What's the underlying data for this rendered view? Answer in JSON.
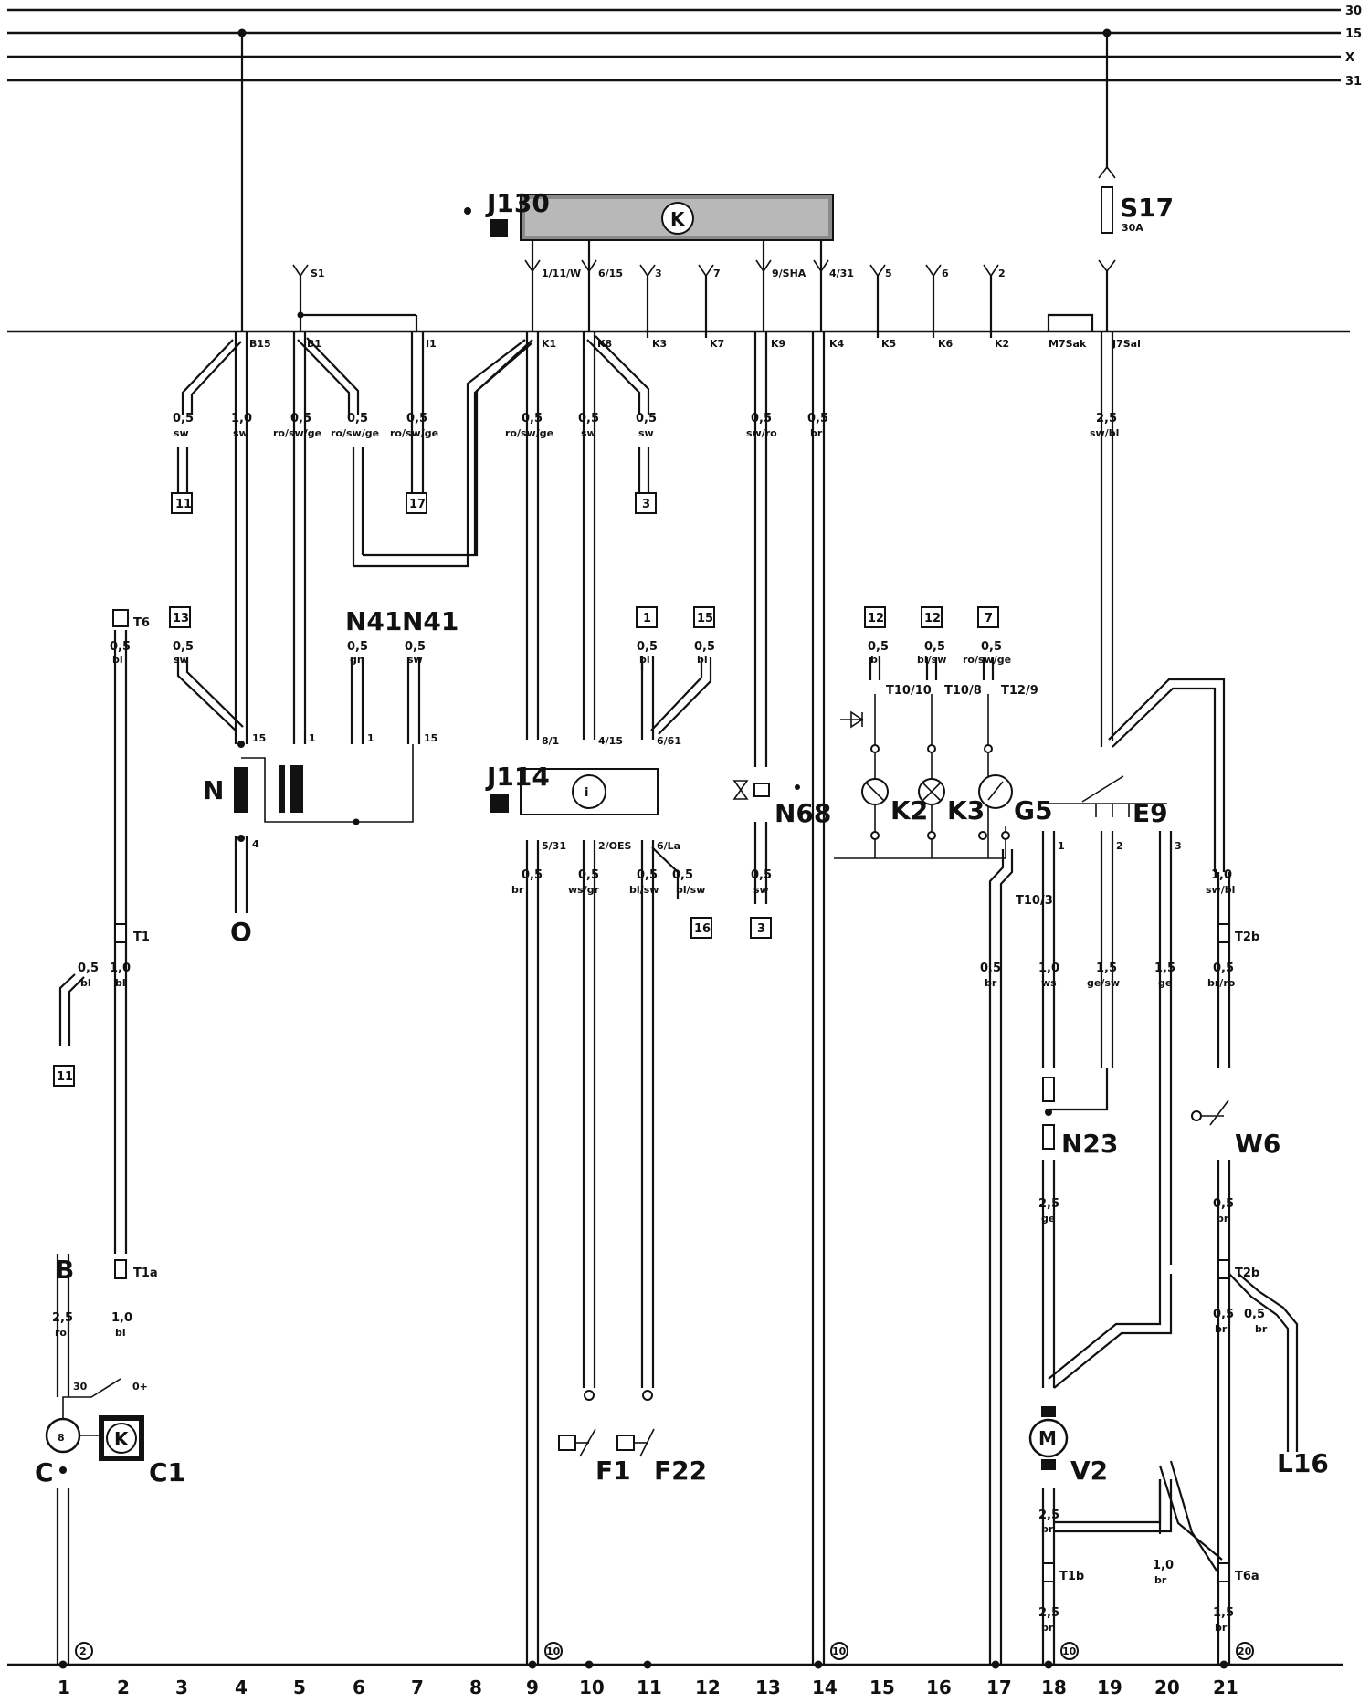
{
  "rails": [
    "30",
    "15",
    "X",
    "31"
  ],
  "columns": [
    "1",
    "2",
    "3",
    "4",
    "5",
    "6",
    "7",
    "8",
    "9",
    "10",
    "11",
    "12",
    "13",
    "14",
    "15",
    "16",
    "17",
    "18",
    "19",
    "20",
    "21"
  ],
  "central_terminals": [
    "B15",
    "B1",
    "I1",
    "K1",
    "K8",
    "K3",
    "K7",
    "K9",
    "K4",
    "K5",
    "K6",
    "K2",
    "M7Sak",
    "J7Sal"
  ],
  "upper_pins": [
    "S1",
    "1/11/W",
    "6/15",
    "3",
    "7",
    "9/SHA",
    "4/31",
    "5",
    "6",
    "2"
  ],
  "components": {
    "J130": "J130",
    "J114": "J114",
    "S17": "S17",
    "S17_rating": "30A",
    "N": "N",
    "O": "O",
    "N41a": "N41",
    "N41b": "N41",
    "N68": "N68",
    "K2": "K2",
    "K3": "K3",
    "G5": "G5",
    "E9": "E9",
    "N23": "N23",
    "W6": "W6",
    "L16": "L16",
    "V2": "V2",
    "B": "B",
    "C": "C",
    "C1": "C1",
    "F1": "F1",
    "F22": "F22"
  },
  "connectors": {
    "T6": "T6",
    "T1": "T1",
    "T1a": "T1a",
    "T10_10": "T10/10",
    "T10_8": "T10/8",
    "T12_9": "T12/9",
    "T10_3": "T10/3",
    "T2b_1": "T2b",
    "T2b_2": "T2b",
    "T1b": "T1b",
    "T6a": "T6a"
  },
  "pin_labels": {
    "p15a": "15",
    "p1a": "1",
    "p1b": "1",
    "p15b": "15",
    "p4": "4",
    "p8_1": "8/1",
    "p4_15": "4/15",
    "p6_61": "6/61",
    "p5_31": "5/31",
    "p2_OES": "2/OES",
    "p6_La": "6/La",
    "e9_1": "1",
    "e9_2": "2",
    "e9_3": "3",
    "c30": "30",
    "c0": "0+"
  },
  "wires": [
    {
      "size": "0,5",
      "color": "sw"
    },
    {
      "size": "1,0",
      "color": "sw"
    },
    {
      "size": "0,5",
      "color": "ro/sw/ge"
    },
    {
      "size": "0,5",
      "color": "ro/sw/ge"
    },
    {
      "size": "0,5",
      "color": "ro/sw/ge"
    },
    {
      "size": "0,5",
      "color": "ro/sw/ge"
    },
    {
      "size": "0,5",
      "color": "sw"
    },
    {
      "size": "0,5",
      "color": "sw"
    },
    {
      "size": "0,5",
      "color": "sw/ro"
    },
    {
      "size": "0,5",
      "color": "br"
    },
    {
      "size": "2,5",
      "color": "sw/bl"
    },
    {
      "size": "0,5",
      "color": "bl"
    },
    {
      "size": "0,5",
      "color": "sw"
    },
    {
      "size": "0,5",
      "color": "gn"
    },
    {
      "size": "0,5",
      "color": "sw"
    },
    {
      "size": "0,5",
      "color": "bl"
    },
    {
      "size": "0,5",
      "color": "bl"
    },
    {
      "size": "0,5",
      "color": "bl"
    },
    {
      "size": "0,5",
      "color": "bl/sw"
    },
    {
      "size": "0,5",
      "color": "ro/sw/ge"
    },
    {
      "size": "0,5",
      "color": "br"
    },
    {
      "size": "0,5",
      "color": "ws/gr"
    },
    {
      "size": "0,5",
      "color": "bl/sw"
    },
    {
      "size": "0,5",
      "color": "bl/sw"
    },
    {
      "size": "0,5",
      "color": "sw"
    },
    {
      "size": "1,0",
      "color": "sw/bl"
    },
    {
      "size": "0,5",
      "color": "bl"
    },
    {
      "size": "1,0",
      "color": "bl"
    },
    {
      "size": "0,5",
      "color": "br"
    },
    {
      "size": "1,0",
      "color": "ws"
    },
    {
      "size": "1,5",
      "color": "ge/sw"
    },
    {
      "size": "1,5",
      "color": "ge"
    },
    {
      "size": "0,5",
      "color": "br/ro"
    },
    {
      "size": "2,5",
      "color": "ge"
    },
    {
      "size": "0,5",
      "color": "br"
    },
    {
      "size": "2,5",
      "color": "ro"
    },
    {
      "size": "1,0",
      "color": "bl"
    },
    {
      "size": "0,5",
      "color": "br"
    },
    {
      "size": "0,5",
      "color": "br"
    },
    {
      "size": "2,5",
      "color": "br"
    },
    {
      "size": "1,0",
      "color": "br"
    },
    {
      "size": "2,5",
      "color": "br"
    },
    {
      "size": "1,5",
      "color": "br"
    }
  ],
  "references": [
    "11",
    "17",
    "3",
    "13",
    "1",
    "15",
    "12",
    "12",
    "7",
    "16",
    "3",
    "11"
  ],
  "ground_refs": [
    "2",
    "10",
    "10",
    "10",
    "20"
  ]
}
